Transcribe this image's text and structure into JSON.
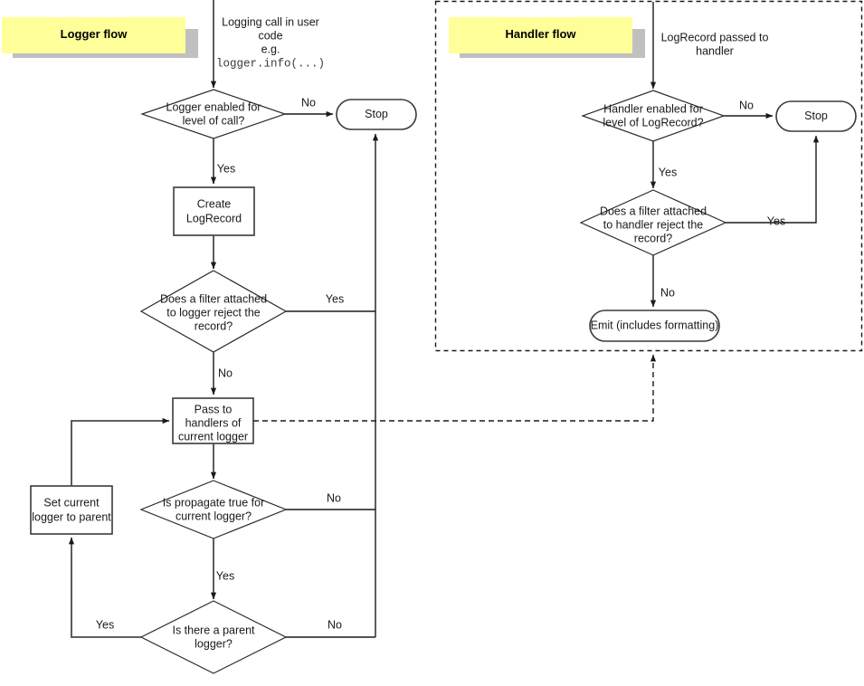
{
  "diagram": {
    "title_logger_flow": "Logger flow",
    "title_handler_flow": "Handler flow",
    "accent_color": "#ffff99",
    "shadow_color": "#c0c0c0",
    "line_color": "#4a4a4a",
    "text_color": "#1a1a1a"
  },
  "logger_flow": {
    "entry_caption_line1": "Logging call in user",
    "entry_caption_line2": "code",
    "entry_caption_line3": "e.g.",
    "entry_caption_code": "logger.info(...)",
    "decision_logger_enabled_line1": "Logger enabled for",
    "decision_logger_enabled_line2": "level of call?",
    "stop_label": "Stop",
    "process_create_line1": "Create",
    "process_create_line2": "LogRecord",
    "decision_filter_line1": "Does a filter attached",
    "decision_filter_line2": "to logger reject the",
    "decision_filter_line3": "record?",
    "process_pass_line1": "Pass to",
    "process_pass_line2": "handlers of",
    "process_pass_line3": "current logger",
    "decision_propagate_line1": "Is propagate true for",
    "decision_propagate_line2": "current logger?",
    "process_setparent_line1": "Set current",
    "process_setparent_line2": "logger to parent",
    "decision_parent_line1": "Is there a parent",
    "decision_parent_line2": "logger?",
    "edge_no_1": "No",
    "edge_yes_1": "Yes",
    "edge_yes_filter": "Yes",
    "edge_no_filter": "No",
    "edge_no_propagate": "No",
    "edge_yes_propagate": "Yes",
    "edge_yes_parent": "Yes",
    "edge_no_parent": "No"
  },
  "handler_flow": {
    "entry_caption_line1": "LogRecord passed to",
    "entry_caption_line2": "handler",
    "decision_handler_enabled_line1": "Handler enabled for",
    "decision_handler_enabled_line2": "level of LogRecord?",
    "stop_label": "Stop",
    "decision_filter_line1": "Does a filter attached",
    "decision_filter_line2": "to handler reject the",
    "decision_filter_line3": "record?",
    "terminal_emit_label": "Emit (includes formatting)",
    "edge_no_enabled": "No",
    "edge_yes_enabled": "Yes",
    "edge_yes_filter": "Yes",
    "edge_no_filter": "No"
  }
}
